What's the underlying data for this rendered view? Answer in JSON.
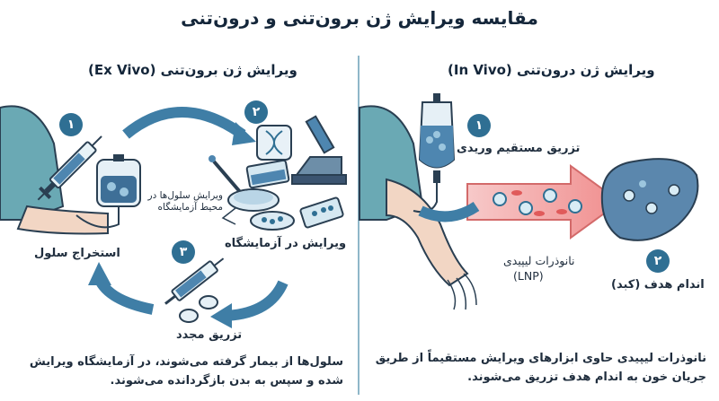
{
  "title": "مقایسه ویرایش ژن برون‌تنی و درون‌تنی",
  "ex_vivo": {
    "heading": "ویرایش ژن برون‌تنی (Ex Vivo)",
    "steps": [
      {
        "number": "۱",
        "label": "استخراج سلول"
      },
      {
        "number": "۲",
        "label": "ویرایش در آزمایشگاه"
      },
      {
        "number": "۳",
        "label": "تزریق مجدد"
      }
    ],
    "note": "ویرایش سلول‌ها در محیط آزمایشگاه",
    "caption": "سلول‌ها از بیمار گرفته می‌شوند، در آزمایشگاه ویرایش شده و سپس به بدن بازگردانده می‌شوند."
  },
  "in_vivo": {
    "heading": "ویرایش ژن درون‌تنی (In Vivo)",
    "steps": [
      {
        "number": "۱",
        "label": "تزریق مستقیم وریدی"
      },
      {
        "number": "۲",
        "label": "اندام هدف (کبد)"
      }
    ],
    "nanoparticle_label": "نانوذرات لیپیدی",
    "nanoparticle_abbr": "(LNP)",
    "caption": "نانوذرات لیپیدی حاوی ابزارهای ویرایش مستقیماً از طریق جریان خون به اندام هدف تزریق می‌شوند."
  },
  "colors": {
    "accent_blue": "#2f6f93",
    "arrow_blue": "#3f7ea6",
    "skin": "#f2d6c4",
    "shirt": "#6aa9b4",
    "vessel_red": "#f28a8a",
    "liver": "#5b87ad"
  }
}
